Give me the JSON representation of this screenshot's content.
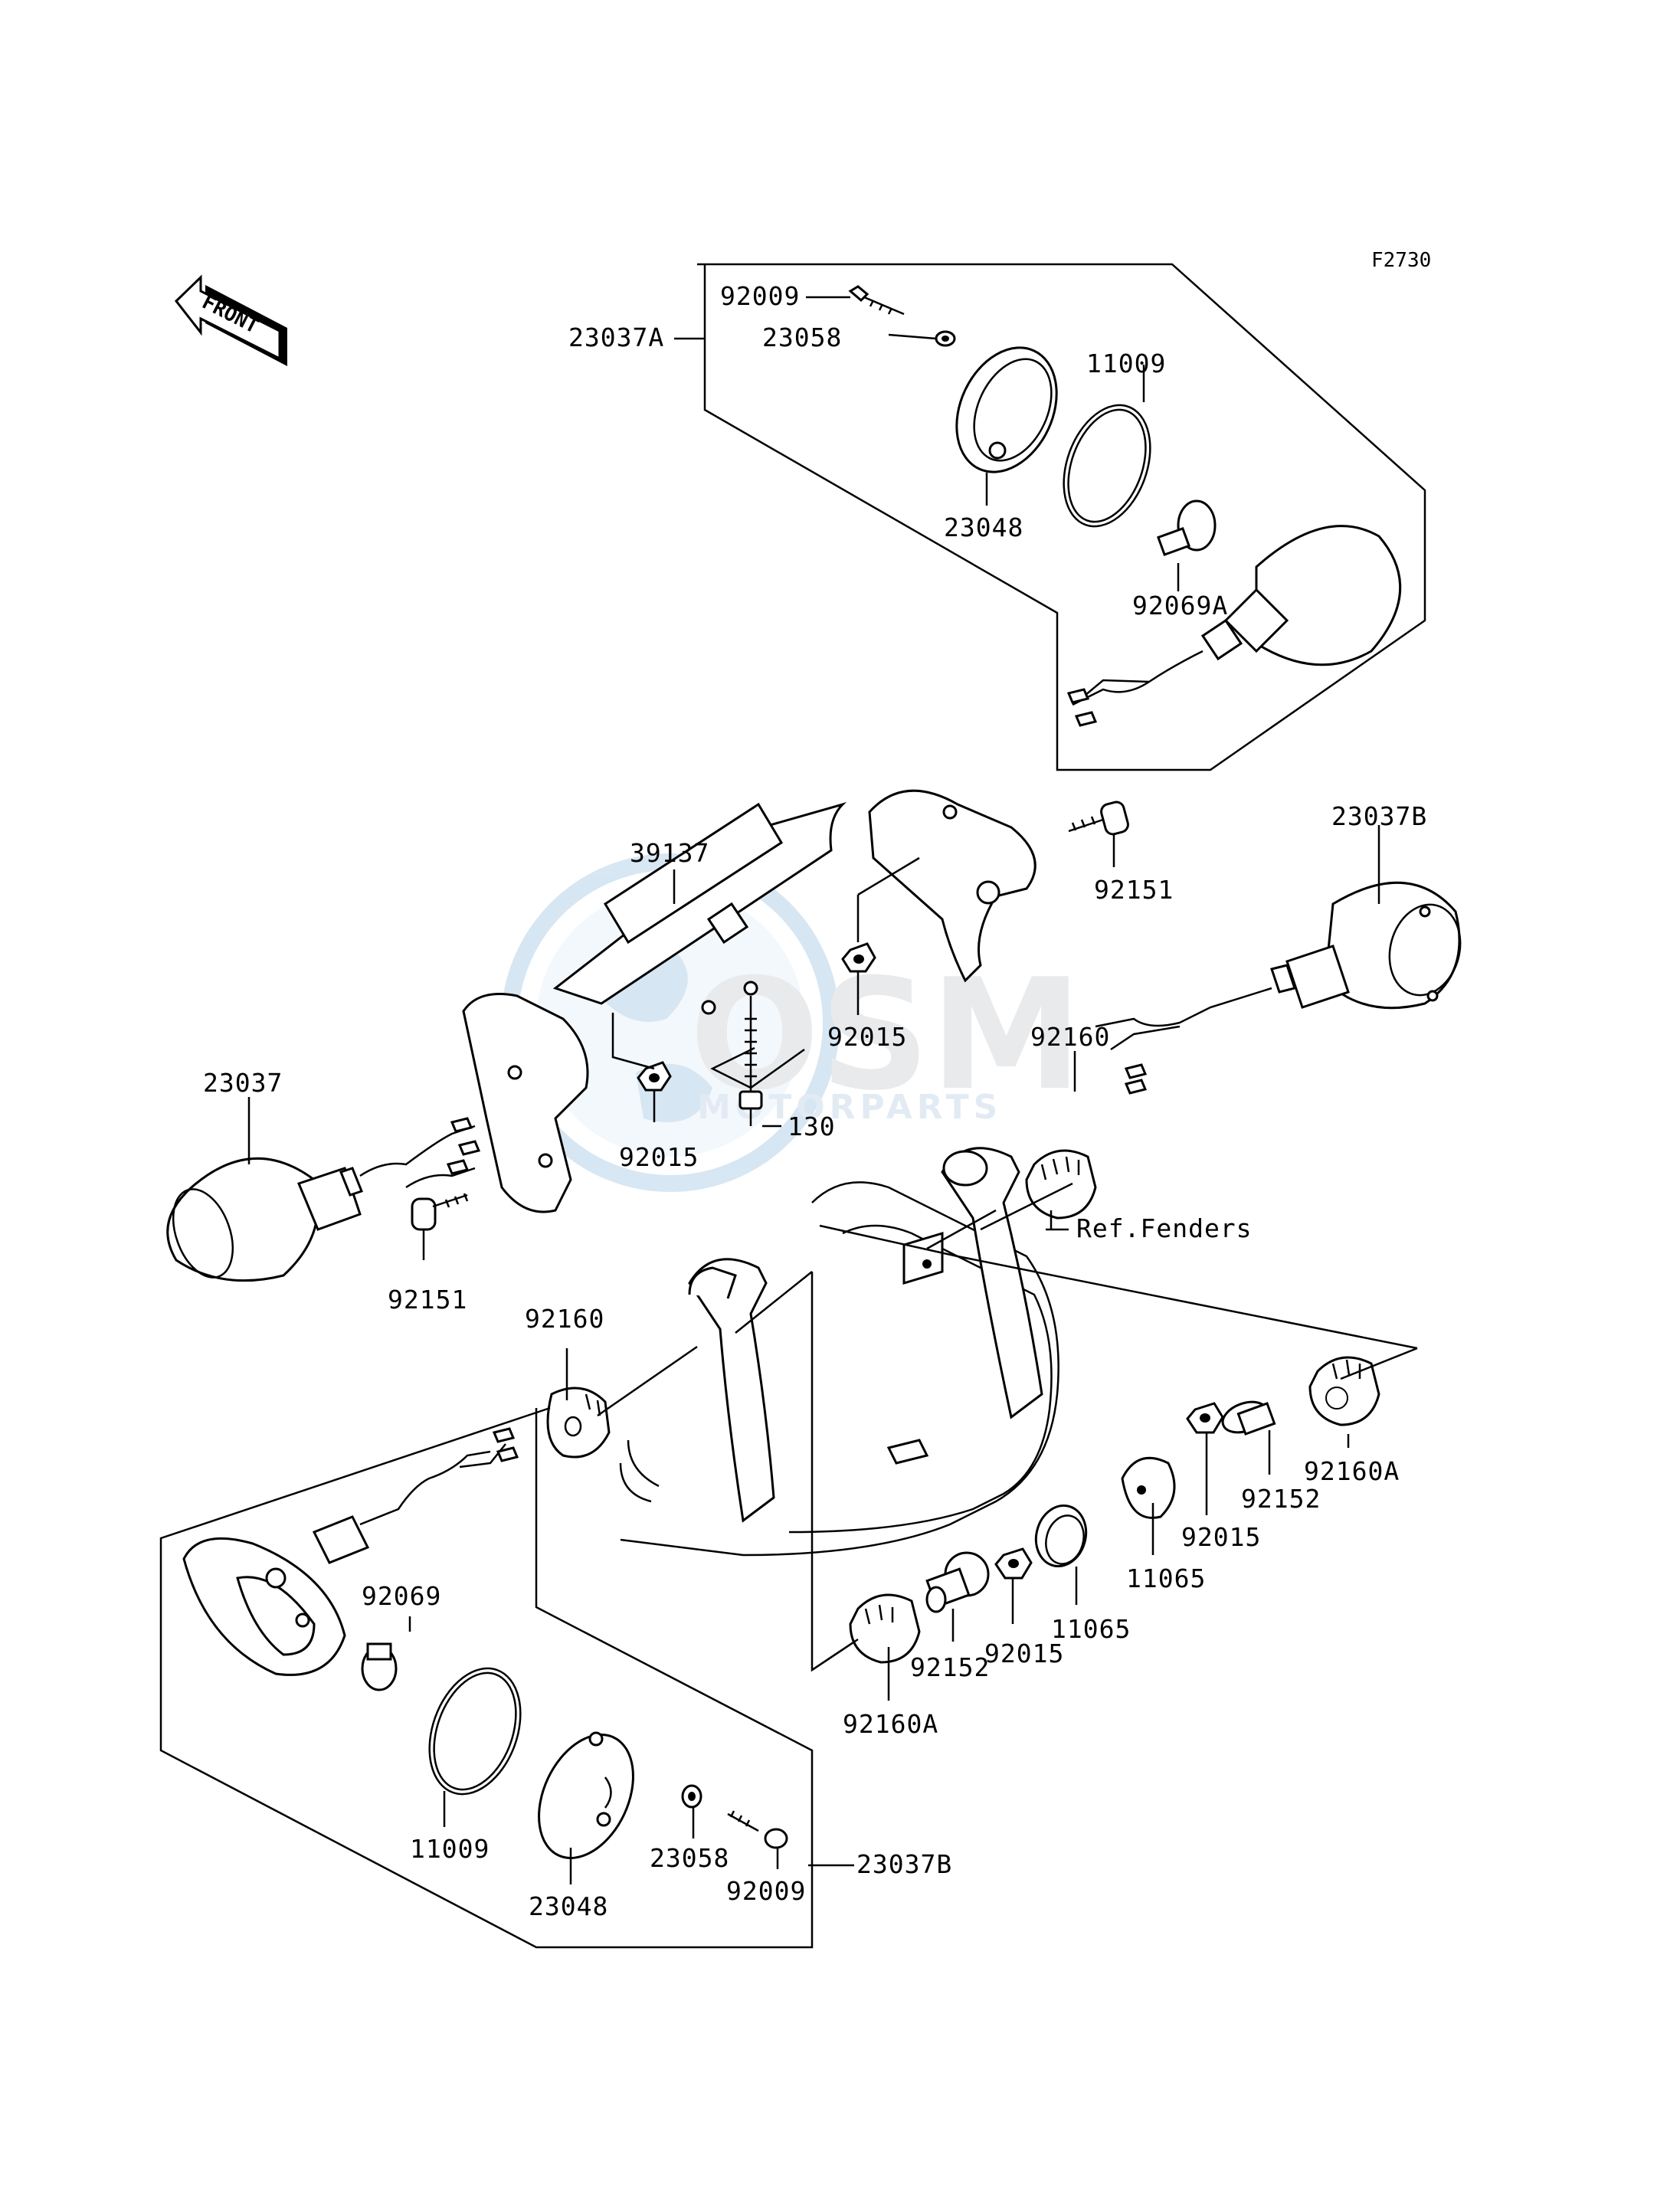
{
  "figure_code": "F2730",
  "front_label": "FRONT",
  "watermark": {
    "main": "OSM",
    "sub": "MOTORPARTS"
  },
  "labels": {
    "p92009_top": "92009",
    "p23037A": "23037A",
    "p23058_top": "23058",
    "p11009_top": "11009",
    "p23048_top": "23048",
    "p92069A": "92069A",
    "p23037B_top": "23037B",
    "p92151_right": "92151",
    "p39137": "39137",
    "p92015_a": "92015",
    "p92015_b": "92015",
    "p130": "130",
    "p92160_right": "92160",
    "p23037_left": "23037",
    "p92151_left": "92151",
    "ref_fenders": "Ref.Fenders",
    "p92160_left": "92160",
    "p92160A_right": "92160A",
    "p92152_right": "92152",
    "p92015_c": "92015",
    "p11065_a": "11065",
    "p11065_b": "11065",
    "p92015_d": "92015",
    "p92152_bottom": "92152",
    "p92160A_bottom": "92160A",
    "p92069": "92069",
    "p11009_bottom": "11009",
    "p23048_bottom": "23048",
    "p23058_bottom": "23058",
    "p92009_bottom": "92009",
    "p23037B_bottom": "23037B"
  }
}
